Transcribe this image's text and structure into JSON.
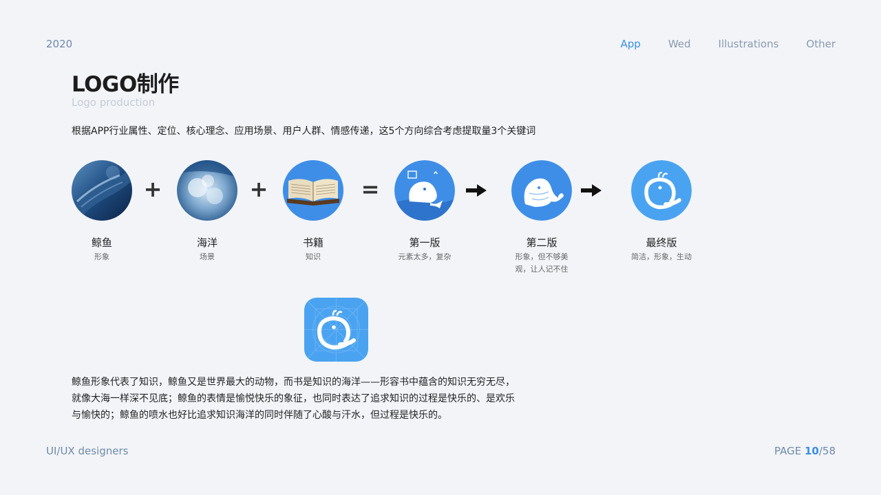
{
  "header": {
    "year": "2020",
    "nav": [
      "App",
      "Wed",
      "Illustrations",
      "Other"
    ],
    "active_nav": "App"
  },
  "title": "LOGO制作",
  "subtitle": "Logo production",
  "intro": "根据APP行业属性、定位、核心理念、应用场景、用户人群、情感传递，这5个方向综合考虑提取量3个关键词",
  "steps": [
    {
      "name": "鲸鱼",
      "desc": "形象"
    },
    {
      "name": "海洋",
      "desc": "场景"
    },
    {
      "name": "书籍",
      "desc": "知识"
    },
    {
      "name": "第一版",
      "desc": "元素太多，复杂"
    },
    {
      "name": "第二版",
      "desc": "形象，但不够美观，让人记不住"
    },
    {
      "name": "最终版",
      "desc": "简洁，形象，生动"
    }
  ],
  "operators": [
    "+",
    "+",
    "="
  ],
  "paragraph": [
    "鲸鱼形象代表了知识，鲸鱼又是世界最大的动物，而书是知识的海洋——形容书中蕴含的知识无穷无尽，",
    "就像大海一样深不见底；鲸鱼的表情是愉悦快乐的象征，也同时表达了追求知识的过程是快乐的、是欢乐",
    "与愉快的；鲸鱼的喷水也好比追求知识海洋的同时伴随了心酸与汗水，但过程是快乐的。"
  ],
  "footer": {
    "left": "UI/UX designers",
    "page_label": "PAGE",
    "page_current": "10",
    "page_total": "/58"
  },
  "colors": {
    "accent": "#3a8ee6",
    "logo_blue": "#4aa3f0",
    "background": "#f2f4f8"
  }
}
